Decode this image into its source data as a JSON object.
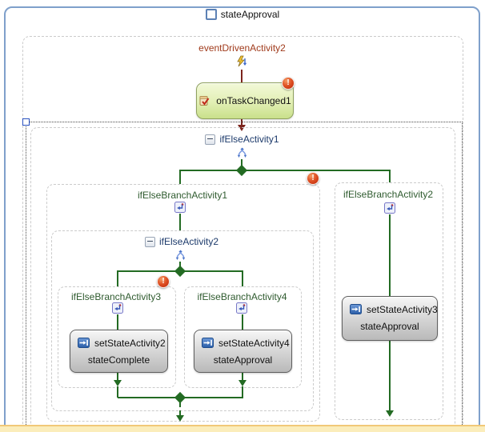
{
  "workflow": {
    "state": {
      "title": "stateApproval"
    },
    "event_driven": {
      "title": "eventDrivenActivity2",
      "handler": {
        "label": "onTaskChanged1"
      }
    },
    "if_else1": {
      "title": "ifElseActivity1",
      "branch1": {
        "title": "ifElseBranchActivity1"
      },
      "if_else2": {
        "title": "ifElseActivity2",
        "branch3": {
          "title": "ifElseBranchActivity3",
          "set_state": {
            "label": "setStateActivity2",
            "target_state": "stateComplete"
          }
        },
        "branch4": {
          "title": "ifElseBranchActivity4",
          "set_state": {
            "label": "setStateActivity4",
            "target_state": "stateApproval"
          }
        }
      },
      "branch2": {
        "title": "ifElseBranchActivity2",
        "set_state": {
          "label": "setStateActivity3",
          "target_state": "stateApproval"
        }
      }
    },
    "error_glyph": "!"
  },
  "colors": {
    "state_border": "#7FA0CB",
    "flow_green": "#236B23",
    "flow_maroon": "#7C241C",
    "error_red": "#BB2508",
    "status_bar": "#FBEDBB",
    "status_bar_edge": "#F1C878"
  }
}
